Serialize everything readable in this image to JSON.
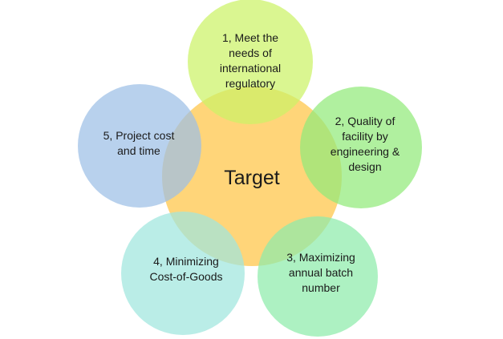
{
  "center": {
    "label": "Target",
    "color": "#ffd579"
  },
  "petals": [
    {
      "label": "1, Meet the\nneeds of\ninternational\nregulatory",
      "color": "#ccf266"
    },
    {
      "label": "2, Quality of\nfacility by\nengineering &\ndesign",
      "color": "#92ea7a"
    },
    {
      "label": "3, Maximizing\nannual batch\nnumber",
      "color": "#8eebaa"
    },
    {
      "label": "4, Minimizing\nCost-of-Goods",
      "color": "#a0e6de"
    },
    {
      "label": "5, Project cost\nand time",
      "color": "#9dbfe6"
    }
  ]
}
